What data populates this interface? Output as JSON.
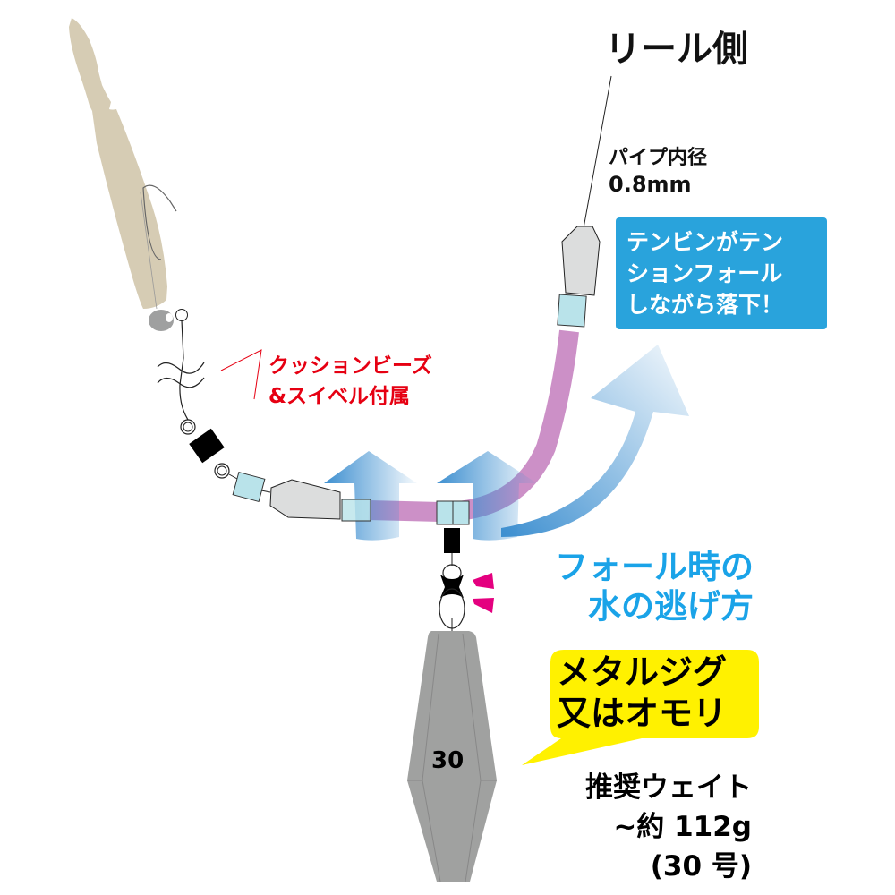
{
  "labels": {
    "reel_side": "リール側",
    "pipe_diameter_line1": "パイプ内径",
    "pipe_diameter_line2": "0.8mm",
    "tension_fall_line1": "テンビンがテン",
    "tension_fall_line2": "ションフォール",
    "tension_fall_line3": "しながら落下！",
    "included_line1": "クッションビーズ",
    "included_line2": "&スイベル付属",
    "water_escape_line1": "フォール時の",
    "water_escape_line2": "水の逃げ方",
    "jig_line1": "メタルジグ",
    "jig_line2": "又はオモリ",
    "weight_line1": "推奨ウェイト",
    "weight_line2": "~約 112g",
    "weight_line3": "(30 号)",
    "sinker_number": "30"
  },
  "colors": {
    "callout_blue": "#29a3dc",
    "water_text_blue": "#1aa3e8",
    "red_text": "#e60012",
    "yellow_bubble": "#fff100",
    "pink_tube": "#c98ac4",
    "bead_blue": "#b9e3ea",
    "magenta_mark": "#e4007f",
    "sinker_gray": "#a0a1a0",
    "lure_tan": "#d6ccb4"
  }
}
